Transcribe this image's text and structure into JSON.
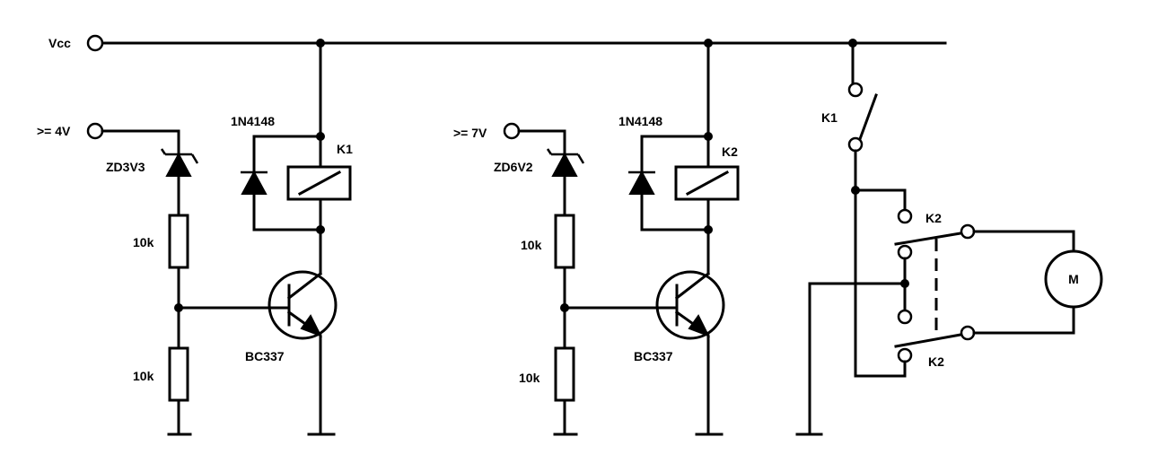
{
  "labels": {
    "vcc": "Vcc",
    "input1": ">= 4V",
    "input2": ">= 7V",
    "zener1": "ZD3V3",
    "zener2": "ZD6V2",
    "diode1": "1N4148",
    "diode2": "1N4148",
    "relay1": "K1",
    "relay2": "K2",
    "r1_top": "10k",
    "r1_bottom": "10k",
    "r2_top": "10k",
    "r2_bottom": "10k",
    "transistor1": "BC337",
    "transistor2": "BC337",
    "switch_k1": "K1",
    "switch_k2_top": "K2",
    "switch_k2_bottom": "K2",
    "motor": "M"
  }
}
